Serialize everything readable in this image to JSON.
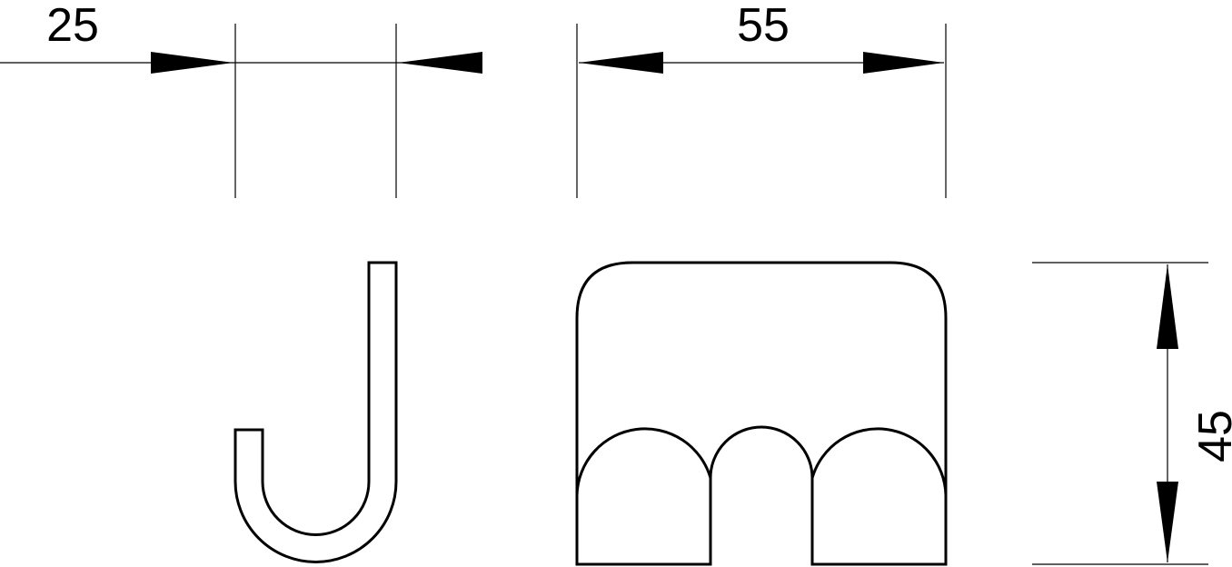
{
  "dimensions": {
    "depth_label": "25",
    "width_label": "55",
    "height_label": "45"
  },
  "colors": {
    "line": "#000000",
    "background": "#ffffff"
  }
}
